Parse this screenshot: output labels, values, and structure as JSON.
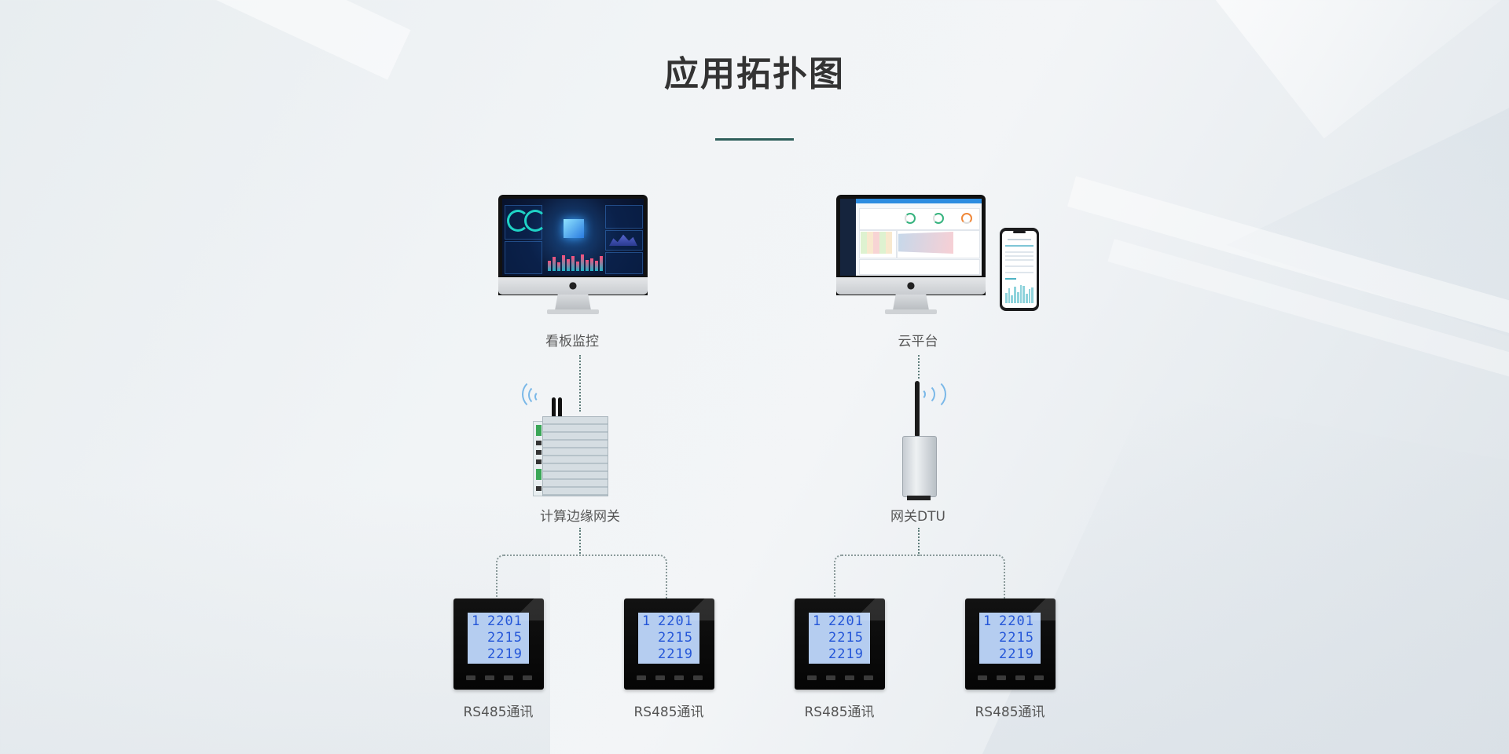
{
  "title": "应用拓扑图",
  "colors": {
    "title_text": "#333333",
    "accent_bar": "#2e5e5a",
    "label_text": "#555555",
    "connector": "#5e7d7a",
    "lcd_bg": "#b5cdf0",
    "lcd_digits": "#2456d8",
    "wifi": "#7ab8e8"
  },
  "top_nodes": [
    {
      "id": "dashboard",
      "label": "看板监控",
      "icon": "monitor-dashboard-icon"
    },
    {
      "id": "cloud",
      "label": "云平台",
      "icon": "monitor-cloud-platform-icon",
      "extra_icon": "smartphone-icon"
    }
  ],
  "gateways": [
    {
      "id": "edge-gateway",
      "label": "计算边缘网关",
      "icon": "edge-gateway-device-icon",
      "signal": "wifi-signal-icon"
    },
    {
      "id": "dtu",
      "label": "网关DTU",
      "icon": "dtu-device-icon",
      "signal": "wifi-signal-icon"
    }
  ],
  "meters": [
    {
      "label": "RS485通讯",
      "display": {
        "index": "1",
        "rows": [
          "2201",
          "2215",
          "2219"
        ]
      }
    },
    {
      "label": "RS485通讯",
      "display": {
        "index": "1",
        "rows": [
          "2201",
          "2215",
          "2219"
        ]
      }
    },
    {
      "label": "RS485通讯",
      "display": {
        "index": "1",
        "rows": [
          "2201",
          "2215",
          "2219"
        ]
      }
    },
    {
      "label": "RS485通讯",
      "display": {
        "index": "1",
        "rows": [
          "2201",
          "2215",
          "2219"
        ]
      }
    }
  ]
}
